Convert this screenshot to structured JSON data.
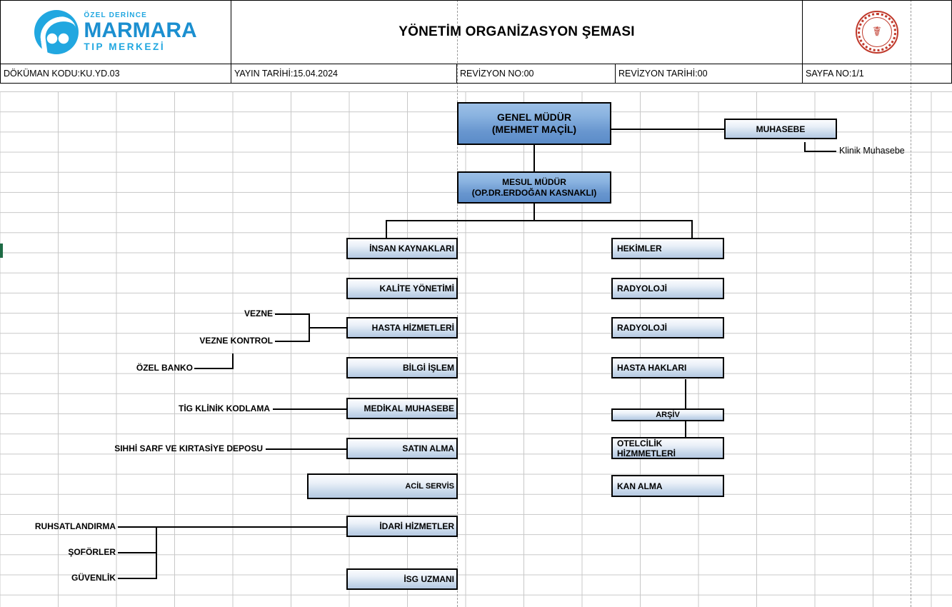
{
  "header": {
    "logo": {
      "line1": "ÖZEL DERİNCE",
      "line2": "MARMARA",
      "line3": "TIP MERKEZİ",
      "brand_color": "#21a7e0"
    },
    "title": "YÖNETİM ORGANİZASYON ŞEMASI",
    "seal_name": "ministry-of-health-seal",
    "seal_color": "#c0392b",
    "meta": [
      "DÖKÜMAN KODU:KU.YD.03",
      "YAYIN TARİHİ:15.04.2024",
      "REVİZYON NO:00",
      "REVİZYON TARİHİ:00",
      "SAYFA NO:1/1"
    ]
  },
  "chart": {
    "top": {
      "genel_mudur_line1": "GENEL MÜDÜR",
      "genel_mudur_line2": "(MEHMET MAÇİL)",
      "mesul_mudur_line1": "MESUL MÜDÜR",
      "mesul_mudur_line2": "(OP.DR.ERDOĞAN KASNAKLI)",
      "muhasebe": "MUHASEBE",
      "klinik_muhasebe": "Klinik Muhasebe"
    },
    "left_column": [
      "İNSAN KAYNAKLARI",
      "KALİTE YÖNETİMİ",
      "HASTA HİZMETLERİ",
      "BİLGİ İŞLEM",
      "MEDİKAL MUHASEBE",
      "SATIN ALMA",
      "ACİL SERVİS",
      "İDARİ HİZMETLER",
      "İSG UZMANI"
    ],
    "right_column": [
      "HEKİMLER",
      "RADYOLOJİ",
      "RADYOLOJİ",
      "HASTA HAKLARI",
      "ARŞİV",
      "OTELCİLİK HİZMMETLERİ",
      "KAN ALMA"
    ],
    "side_labels": [
      "VEZNE",
      "VEZNE KONTROL",
      "ÖZEL BANKO",
      "TİG KLİNİK KODLAMA",
      "SIHHİ SARF VE KIRTASİYE DEPOSU",
      "RUHSATLANDIRMA",
      "ŞOFÖRLER",
      "GÜVENLİK"
    ]
  }
}
